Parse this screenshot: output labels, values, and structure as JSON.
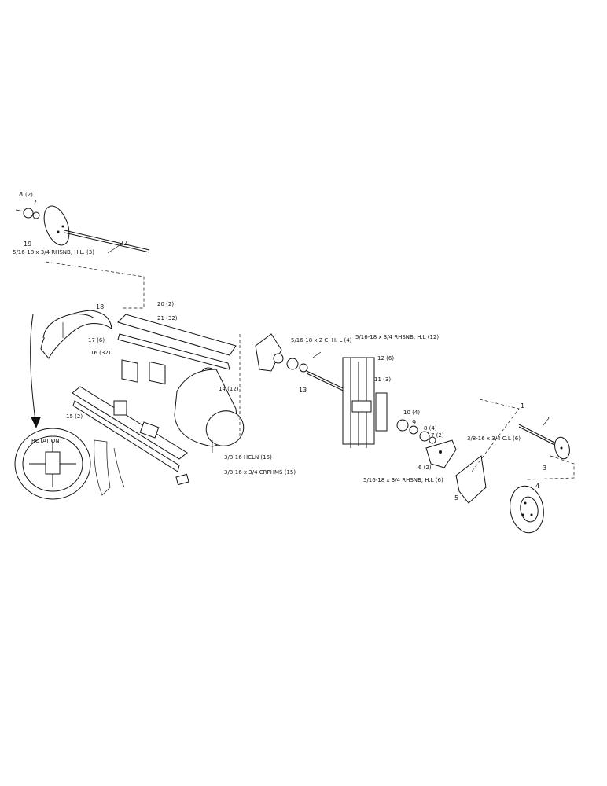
{
  "callouts": {
    "c8a": "8",
    "c8a_qty": "(2)",
    "c7a": "7",
    "c19": "19",
    "hw_top": "5/16-18 x 3/4 RHSNB, H.L. (3)",
    "c22": "22",
    "c18": "18",
    "c20": "20 (2)",
    "c21": "21 (32)",
    "c17": "17 (6)",
    "c16a": "16 (32)",
    "c14": "14 (12)",
    "c15": "15 (2)",
    "hw_hcln": "3/8-16 HCLN (15)",
    "hw_crp": "3/8-16 x 3/4 CRPHMS (15)",
    "hw_2c": "5/16-18 x 2 C. H. L (4)",
    "hw_rhsnb2": "5/16-18 x 3/4 RHSNB, H.L (12)",
    "c12": "12 (6)",
    "c11": "11 (3)",
    "c13": "13",
    "c10": "10 (4)",
    "c9": "9",
    "c8b": "8 (4)",
    "c7b": "7 (2)",
    "c6": "6 (2)",
    "hw_rhsnb3": "5/16-18 x 3/4 RHSNB, H.L (6)",
    "c5": "5",
    "c1": "1",
    "c2": "2",
    "hw_cl": "3/8-16 x 3/4 C.L (6)",
    "c3": "3",
    "c4": "4",
    "rotation": "ROTATION"
  }
}
